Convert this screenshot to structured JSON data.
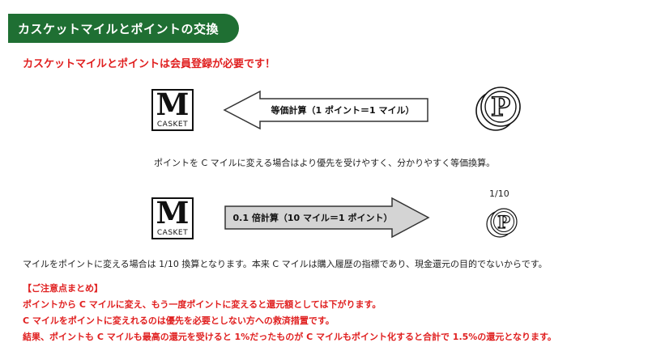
{
  "header": {
    "title": "カスケットマイルとポイントの交換"
  },
  "requirement": "カスケットマイルとポイントは会員登録が必要です！",
  "logo": {
    "letter": "M",
    "caption": "CASKET"
  },
  "points_logo": {
    "letter": "P"
  },
  "exchange1": {
    "arrow_label": "等価計算（1 ポイント＝1 マイル）",
    "description": "ポイントを C マイルに変える場合はより優先を受けやすく、分かりやすく等価換算。"
  },
  "exchange2": {
    "arrow_label": "0.1 倍計算（10 マイル＝1 ポイント）",
    "ratio": "1/10",
    "description": "マイルをポイントに変える場合は 1/10 換算となります。本来 C マイルは購入履歴の指標であり、現金還元の目的でないからです。"
  },
  "notes": {
    "heading": "【ご注意点まとめ】",
    "items": [
      "ポイントから C マイルに変え、もう一度ポイントに変えると還元額としては下がります。",
      "C マイルをポイントに変えれるのは優先を必要としない方への救済措置です。",
      "結果、ポイントも C マイルも最高の還元を受けると 1%だったものが C マイルもポイント化すると合計で 1.5%の還元となります。"
    ]
  },
  "colors": {
    "header_bg": "#1f6f33",
    "accent_red": "#e02020",
    "arrow_fill_grey": "#d4d4d4"
  }
}
